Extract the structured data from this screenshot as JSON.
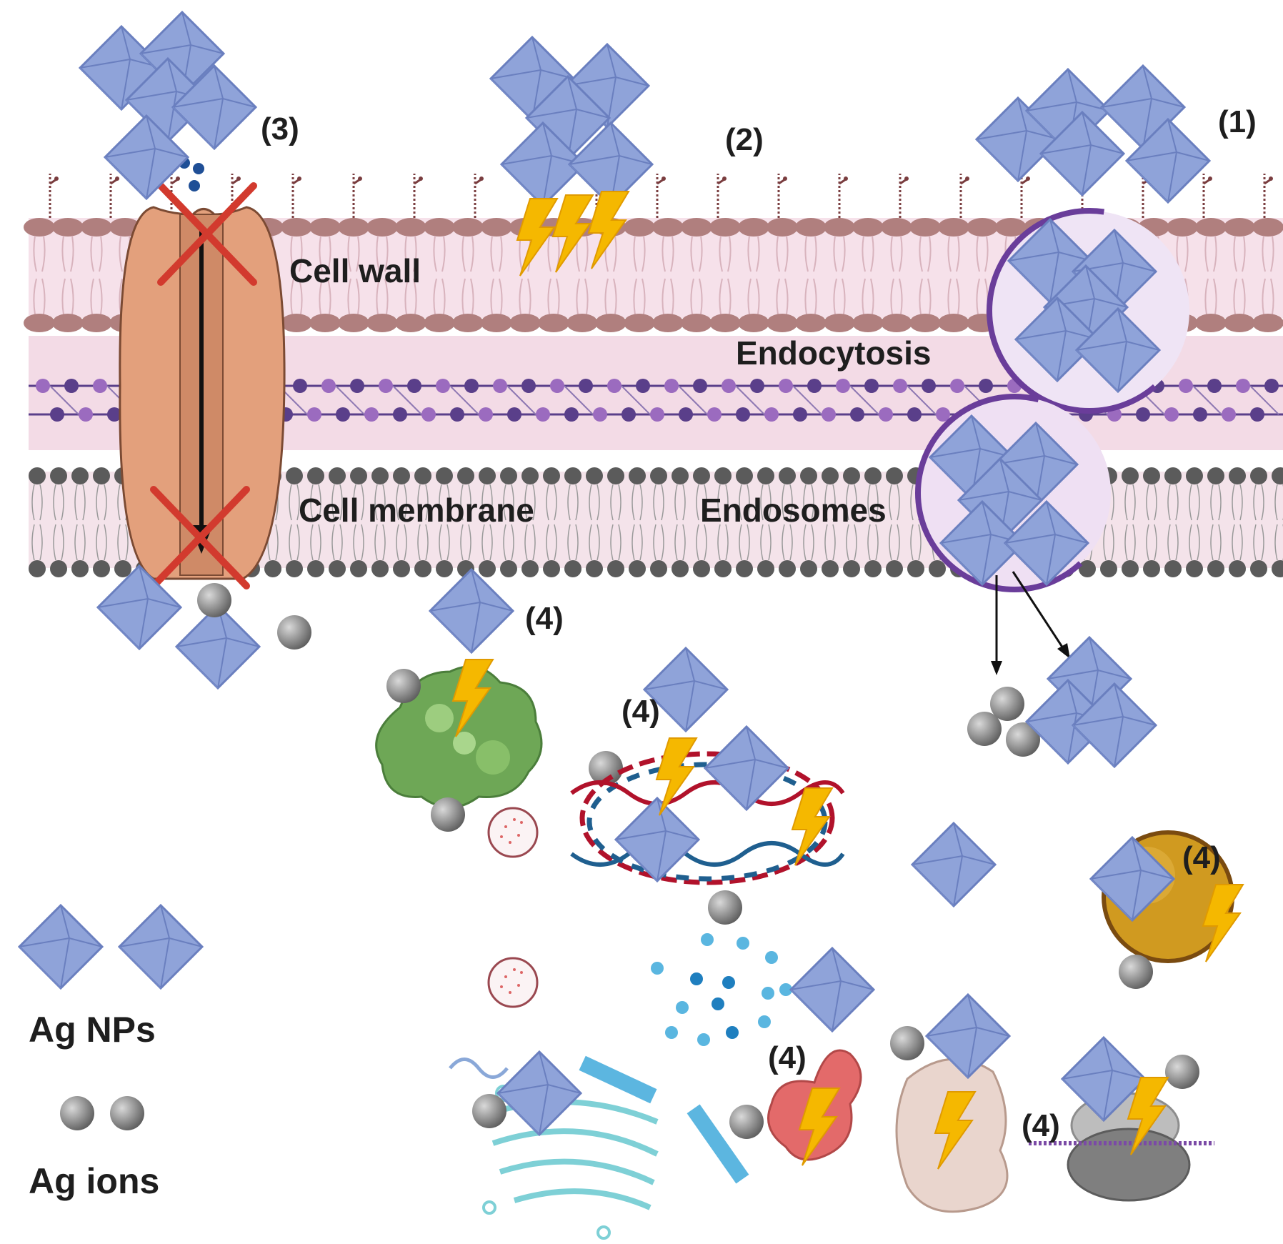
{
  "labels": {
    "cell_wall": "Cell wall",
    "cell_membrane": "Cell membrane",
    "endocytosis": "Endocytosis",
    "endosomes": "Endosomes",
    "route1": "(1)",
    "route2": "(2)",
    "route3": "(3)",
    "route4": "(4)"
  },
  "legend": {
    "nps_label": "Ag NPs",
    "ions_label": "Ag ions"
  },
  "colors": {
    "nanoparticle": "#8fa3d9",
    "nanoparticle_edge": "#6a7fbf",
    "ion": "#8f8f8f",
    "lightning": "#f5b800",
    "cross": "#d23a2e",
    "wall_band": "#f6e1ea",
    "wall_head": "#b07f7e",
    "peptidoglycan": "#7a57a8",
    "membrane_head": "#5b5b5b",
    "vesicle_ring": "#6a3d9a",
    "protein_channel": "#e3a07c",
    "dna_red": "#b1122b",
    "dna_blue": "#1f5f8f"
  },
  "icons": [
    "nanoparticle-icon",
    "ion-icon",
    "lightning-icon",
    "cross-icon",
    "protein-channel-icon",
    "dna-icon",
    "protein-icon",
    "ribosome-icon",
    "mitochondrion-icon",
    "golgi-icon",
    "vesicle-icon"
  ]
}
